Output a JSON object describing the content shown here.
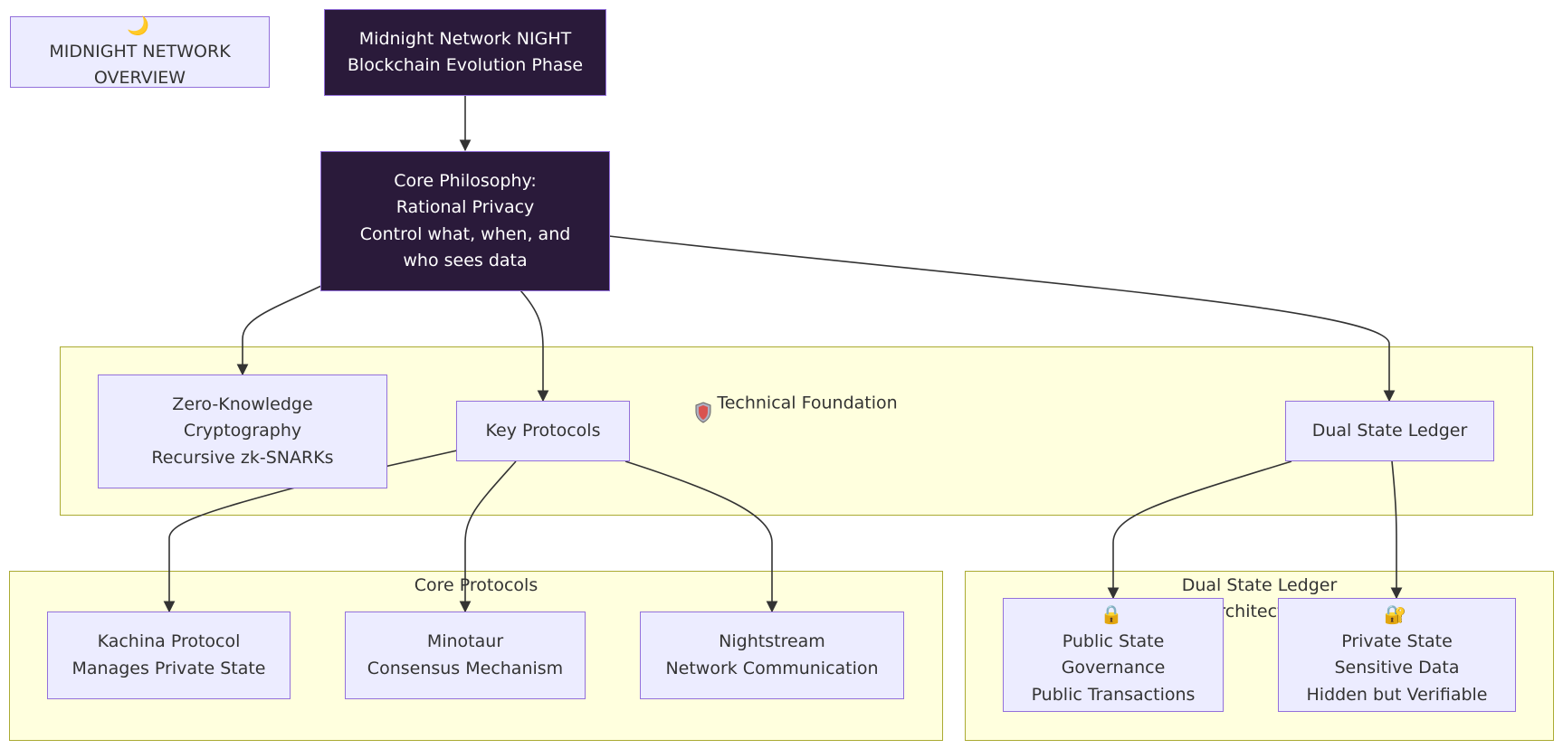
{
  "colors": {
    "dark_node_fill": "#2a1a3a",
    "node_fill": "#ececff",
    "node_border": "#9370db",
    "cluster_fill": "#ffffde",
    "cluster_border": "#aaaa33",
    "edge": "#333333"
  },
  "legend": {
    "icon": "moon-icon",
    "glyph": "🌙",
    "line1": "MIDNIGHT NETWORK",
    "line2": "OVERVIEW"
  },
  "nodes": {
    "night": {
      "line1": "Midnight Network NIGHT",
      "line2": "Blockchain Evolution Phase"
    },
    "philosophy": {
      "line1": "Core Philosophy:",
      "line2": "Rational Privacy",
      "line3": "Control what, when, and",
      "line4": "who sees data"
    },
    "zk": {
      "line1": "Zero-Knowledge",
      "line2": "Cryptography",
      "line3": "Recursive zk-SNARKs"
    },
    "protocols": {
      "line1": "Key Protocols"
    },
    "ledger": {
      "line1": "Dual State Ledger"
    },
    "kachina": {
      "line1": "Kachina Protocol",
      "line2": "Manages Private State"
    },
    "minotaur": {
      "line1": "Minotaur",
      "line2": "Consensus Mechanism"
    },
    "nightstream": {
      "line1": "Nightstream",
      "line2": "Network Communication"
    },
    "public_state": {
      "icon": "lock-icon",
      "glyph": "🔒",
      "line1": "Public State",
      "line2": "Governance",
      "line3": "Public Transactions"
    },
    "private_state": {
      "icon": "lock-with-key-icon",
      "glyph": "🔐",
      "line1": "Private State",
      "line2": "Sensitive Data",
      "line3": "Hidden but Verifiable"
    }
  },
  "clusters": {
    "technical": {
      "icon": "shield-icon",
      "title": "Technical Foundation"
    },
    "core_protocols": {
      "title": "Core Protocols"
    },
    "dual_ledger": {
      "title": "Dual State Ledger\nArchitecture"
    }
  }
}
